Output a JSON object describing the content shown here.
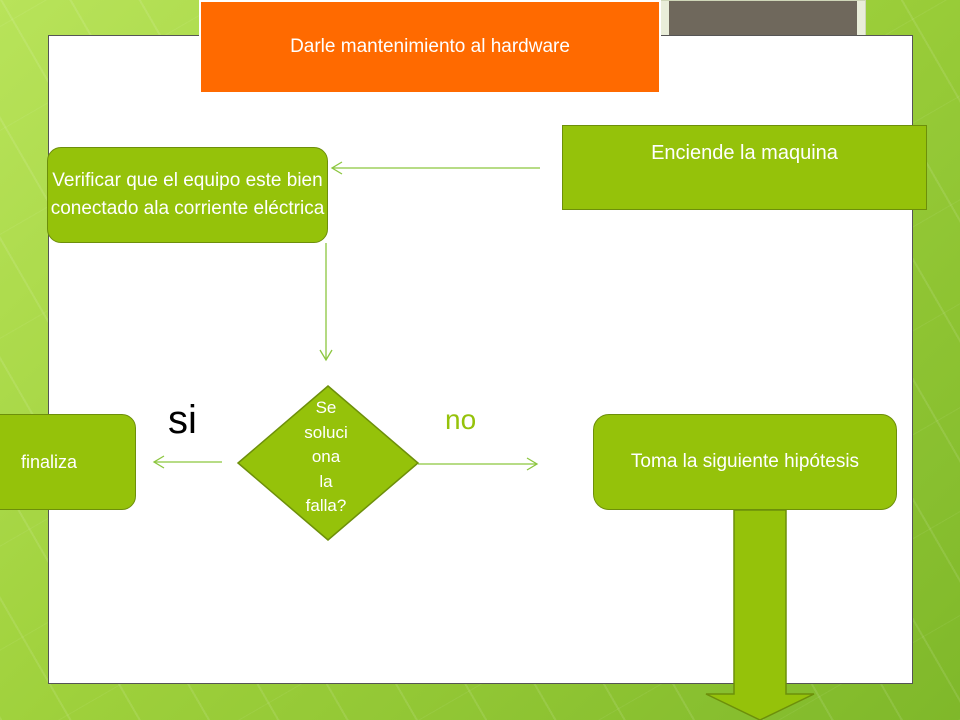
{
  "title": "Darle mantenimiento al hardware",
  "nodes": {
    "enciende": "Enciende la maquina",
    "verificar": "Verificar que el equipo este bien conectado ala corriente eléctrica",
    "decision": "Se\nsoluci\nona\nla\nfalla?",
    "toma": "Toma la siguiente hipótesis",
    "finaliza": "finaliza"
  },
  "edges": {
    "yes_label": "si",
    "no_label": "no"
  },
  "colors": {
    "accent_orange": "#ff6a00",
    "node_green": "#95c20a",
    "edge_green": "#8cc63f"
  }
}
